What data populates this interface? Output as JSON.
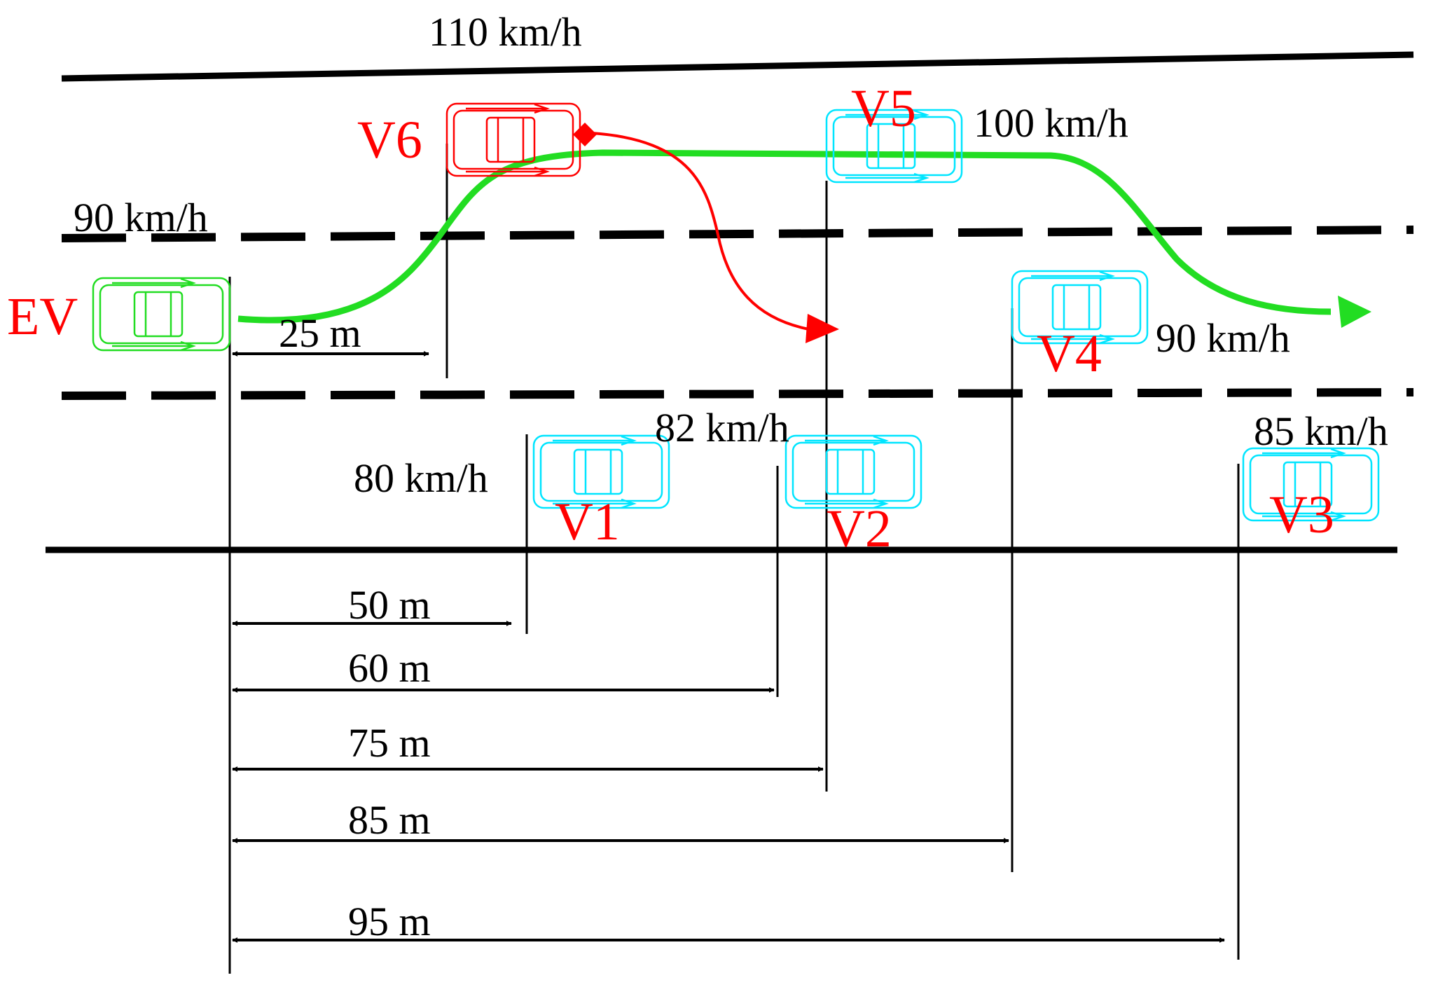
{
  "colors": {
    "road": "#000000",
    "ego": "#22dd22",
    "cutin": "#ff0000",
    "other": "#00e5ff",
    "vehicle_label": "#ff0000"
  },
  "road": {
    "top_lane_speed": "110 km/h",
    "middle_lane_speed": "90 km/h"
  },
  "vehicles": {
    "ev": {
      "label": "EV"
    },
    "v1": {
      "label": "V1",
      "speed": "80 km/h"
    },
    "v2": {
      "label": "V2",
      "speed": "82 km/h"
    },
    "v3": {
      "label": "V3",
      "speed": "85 km/h"
    },
    "v4": {
      "label": "V4",
      "speed": "90 km/h"
    },
    "v5": {
      "label": "V5",
      "speed": "100 km/h"
    },
    "v6": {
      "label": "V6"
    }
  },
  "distances": {
    "v6": "25 m",
    "v1": "50 m",
    "v2": "60 m",
    "v5": "75 m",
    "v4": "85 m",
    "v3": "95 m"
  }
}
